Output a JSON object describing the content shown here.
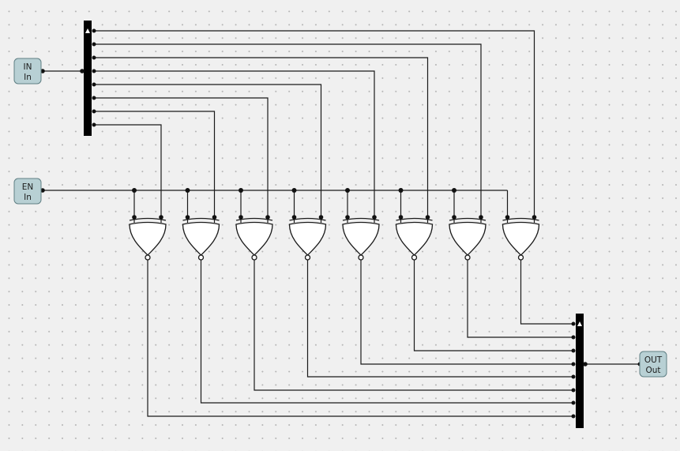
{
  "ports": {
    "in_port": {
      "name": "IN",
      "type": "In"
    },
    "en_port": {
      "name": "EN",
      "type": "In"
    },
    "out_port": {
      "name": "OUT",
      "type": "Out"
    }
  },
  "circuit": {
    "bit_width": 8,
    "gate_type": "XNOR",
    "splitter_count": 1,
    "merger_count": 1
  },
  "colors": {
    "wire": "#1a1a1a",
    "io_fill": "#b8d0d4",
    "io_stroke": "#5f7f84",
    "bus": "#000000",
    "background": "#f0f0f0"
  },
  "icons": [
    "xnor-gate-icon",
    "splitter-bus-icon",
    "merger-bus-icon",
    "junction-dot-icon",
    "arrow-tip-icon"
  ]
}
